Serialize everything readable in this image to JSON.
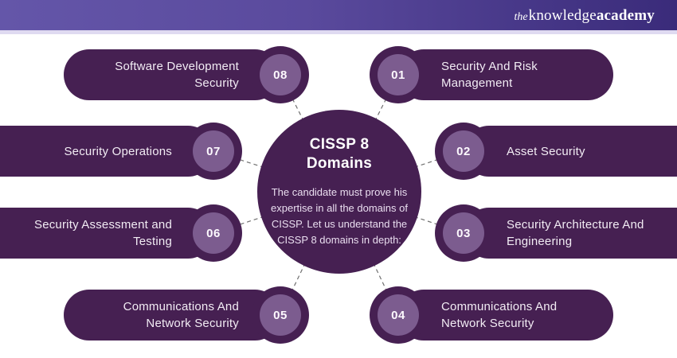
{
  "header": {
    "logo": {
      "the": "the",
      "knowledge": "knowledge",
      "academy": "academy"
    }
  },
  "center": {
    "title_line1": "CISSP 8",
    "title_line2": "Domains",
    "description": "The candidate must prove his expertise in all the domains of CISSP. Let us understand the CISSP 8 domains in depth:"
  },
  "domains": [
    {
      "number": "01",
      "label": "Security And Risk Management"
    },
    {
      "number": "02",
      "label": "Asset Security"
    },
    {
      "number": "03",
      "label": "Security Architecture And Engineering"
    },
    {
      "number": "04",
      "label": "Communications And Network Security"
    },
    {
      "number": "05",
      "label": "Communications And Network Security"
    },
    {
      "number": "06",
      "label": "Security Assessment and Testing"
    },
    {
      "number": "07",
      "label": "Security Operations"
    },
    {
      "number": "08",
      "label": "Software Development Security"
    }
  ],
  "colors": {
    "bar_purple": "#462052",
    "number_circle_purple": "#7c5c8f",
    "header_gradient_left": "#6456a9",
    "header_gradient_right": "#3a2b7a",
    "header_strip": "#dfdaf1",
    "connector_line": "#6f6f6f",
    "label_text": "#f2ecf4"
  }
}
